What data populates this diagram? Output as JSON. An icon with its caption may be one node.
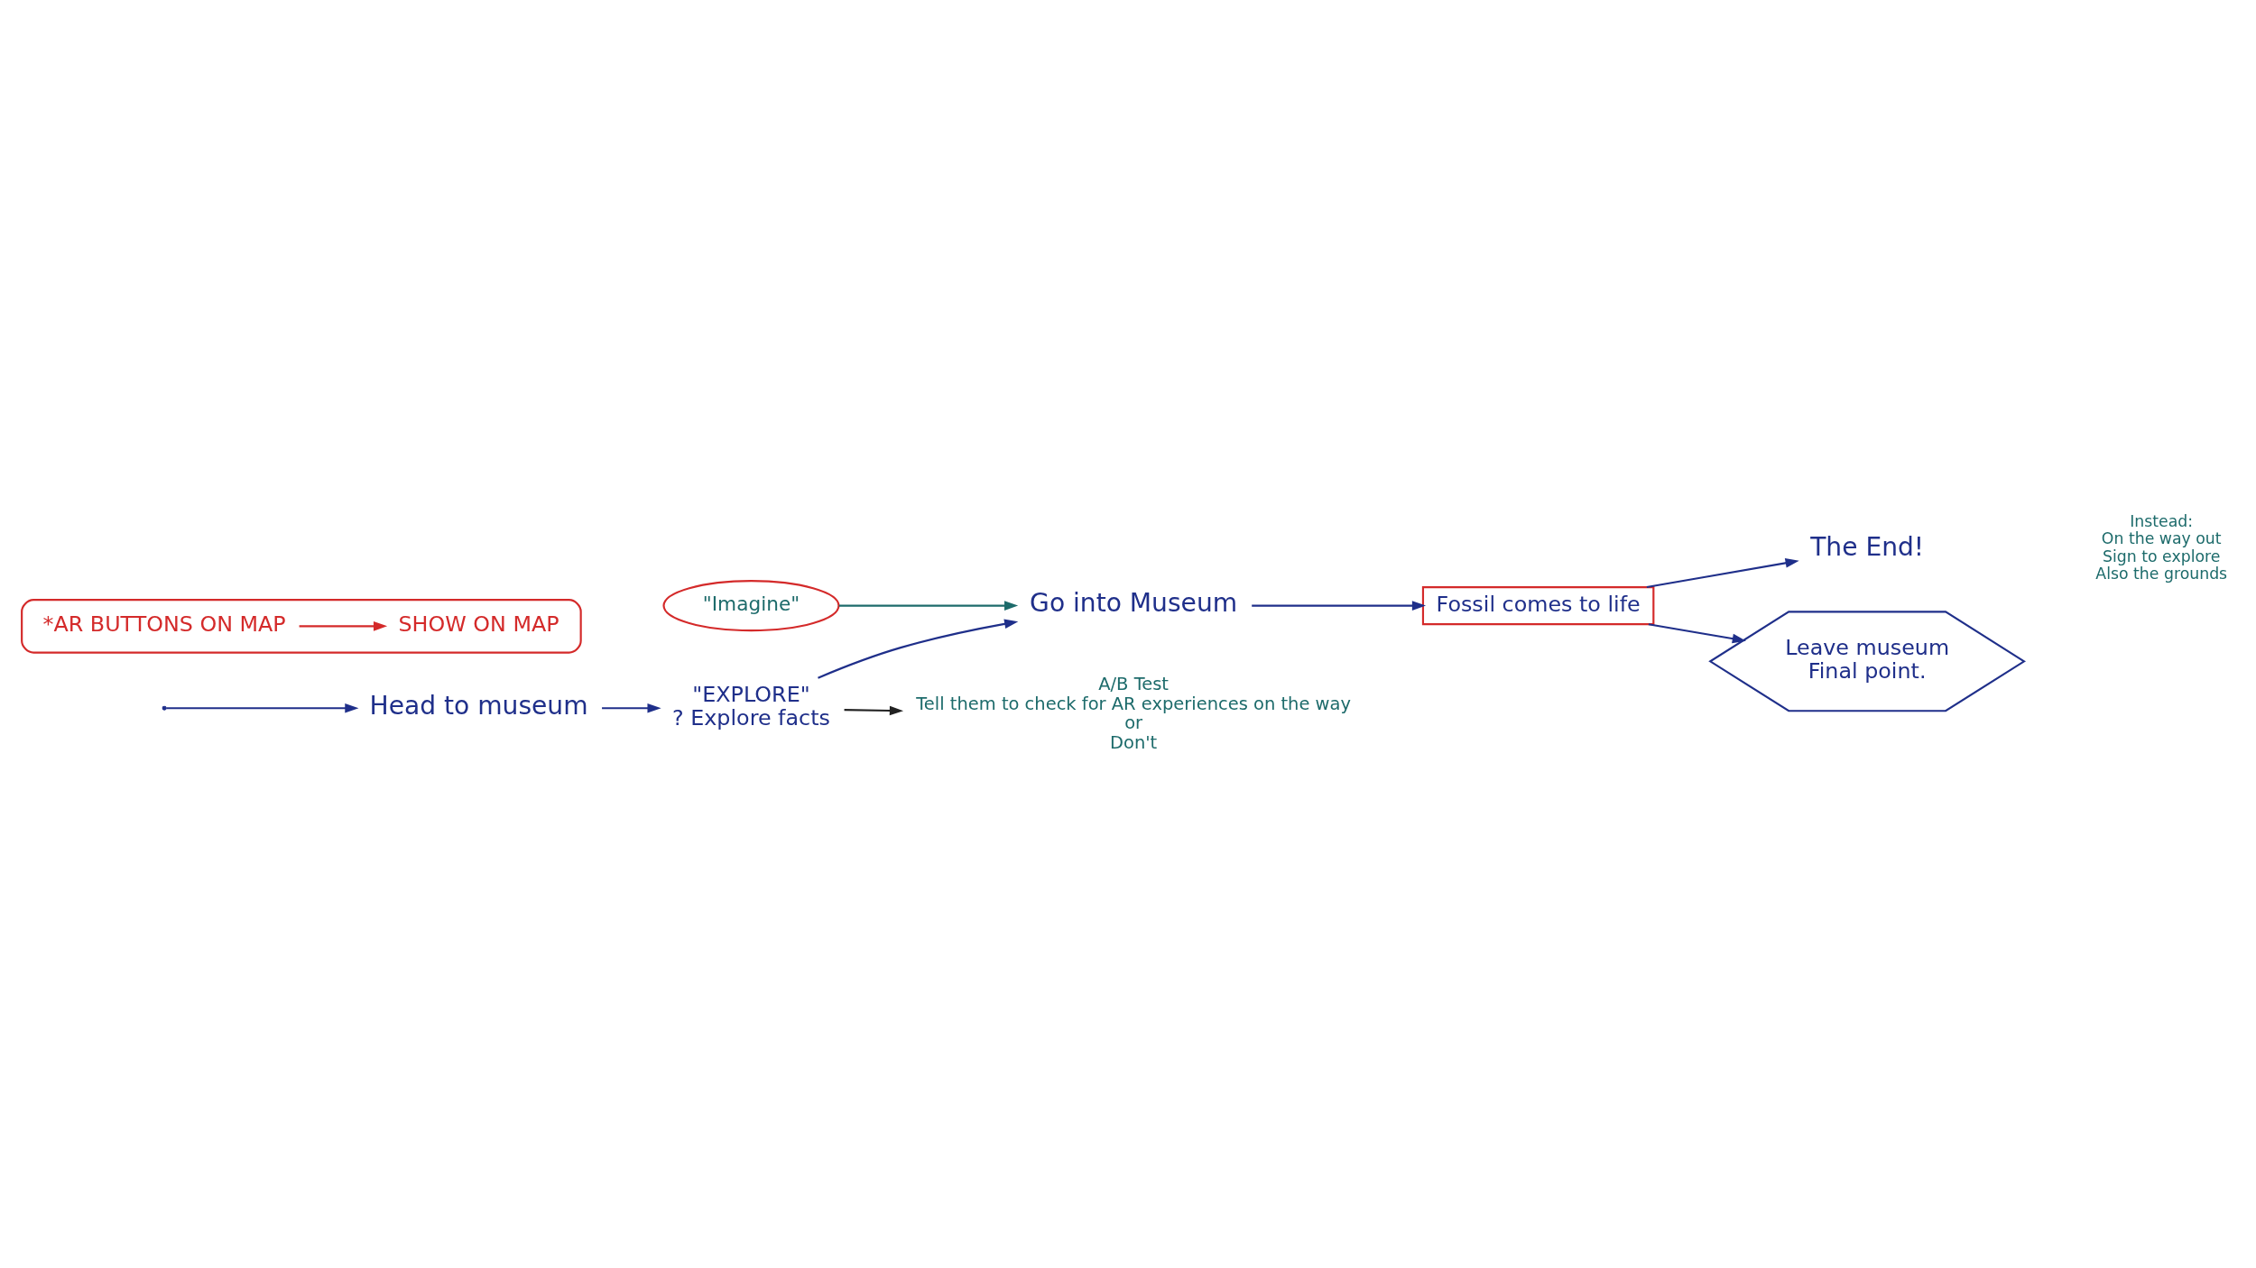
{
  "diagram": {
    "nodes": [
      {
        "text": [
          "A/B Test",
          "Tell them to check for AR experiences on the way",
          "or",
          "Don't"
        ]
      },
      {
        "text": [
          "Head to museum"
        ]
      },
      {
        "text": [
          "\"EXPLORE\"",
          "? Explore facts"
        ]
      },
      {
        "text": [
          "\"Imagine\""
        ]
      },
      {
        "text": [
          "Go into Museum"
        ]
      },
      {
        "text": [
          "Fossil comes to life"
        ]
      },
      {
        "text": [
          "The End!"
        ]
      },
      {
        "text": [
          "Leave museum",
          "Final point."
        ]
      },
      {
        "text": [],
        "shape": "box"
      },
      {
        "text": [
          "*AR BUTTONS ON MAP"
        ],
        "in": 8
      },
      {
        "text": [
          "SHOW ON MAP"
        ],
        "in": 8
      }
    ],
    "edges": [
      {
        "from": null,
        "to": 1,
        "arrow": "to"
      },
      {
        "from": 1,
        "to": 2,
        "arrow": "to"
      },
      {
        "from": 2,
        "to": 0,
        "arrow": "to",
        "color": "#222222"
      },
      {
        "from": 2,
        "to": 4,
        "arrow": "to"
      },
      {
        "from": 3,
        "to": 4,
        "arrow": "to",
        "color": "#1d6b6b"
      },
      {
        "from": 4,
        "to": 5,
        "arrow": "to"
      },
      {
        "from": 5,
        "to": 6,
        "arrow": "to"
      },
      {
        "from": 5,
        "to": 7,
        "arrow": "to"
      },
      {
        "from": 9,
        "to": 10,
        "arrow": "to",
        "color": "#d42a2a"
      }
    ],
    "labels": [
      "Instead:",
      "On the way out",
      "Sign to explore",
      "Also the grounds"
    ]
  }
}
